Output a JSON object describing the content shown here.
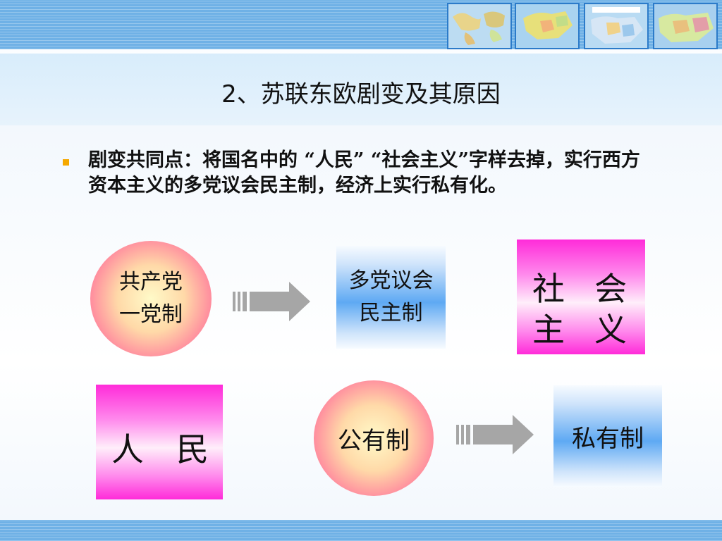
{
  "slide": {
    "title": "2、苏联东欧剧变及其原因",
    "bullet": "剧变共同点：将国名中的 “人民” “社会主义”字样去掉，实行西方资本主义的多党议会民主制，经济上实行私有化。"
  },
  "diagram": {
    "circle_1": {
      "line1": "共产党",
      "line2": "一党制"
    },
    "box_1": {
      "line1": "多党议会",
      "line2": "民主制"
    },
    "box_socialism": {
      "c1": "社",
      "c2": "会",
      "c3": "主",
      "c4": "义"
    },
    "box_people": {
      "c1": "人",
      "c2": "民"
    },
    "circle_2": {
      "label": "公有制"
    },
    "box_2": {
      "label": "私有制"
    }
  },
  "colors": {
    "band_blue": "#6fb1e6",
    "bullet_orange": "#f5a800",
    "pink": "#ff2bd9",
    "circle_pink": "#ff3d7f",
    "box_blue": "#5ea9f3",
    "arrow_gray": "#a6a6a6"
  },
  "icons": [
    "arrow-right-icon",
    "map-thumbnail"
  ]
}
